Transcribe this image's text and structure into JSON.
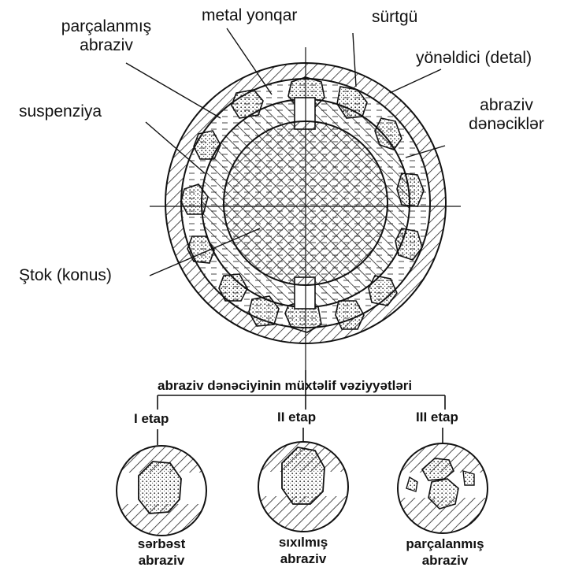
{
  "labels": {
    "fragmented_abrasive": [
      "parçalanmış",
      "abraziv"
    ],
    "metal_chips": "metal yonqar",
    "lap": "sürtgü",
    "guide_part": "yönəldici (detal)",
    "suspension": "suspenziya",
    "abrasive_grains": [
      "abraziv",
      "dənəciklər"
    ],
    "rod_cone": "Ştok (konus)"
  },
  "stages": {
    "title": "abraziv dənəciyinin müxtəlif vəziyyətləri",
    "items": [
      {
        "stage": "I etap",
        "caption": [
          "sərbəst",
          "abraziv"
        ]
      },
      {
        "stage": "II etap",
        "caption": [
          "sıxılmış",
          "abraziv"
        ]
      },
      {
        "stage": "III etap",
        "caption": [
          "parçalanmış",
          "abraziv"
        ]
      }
    ]
  }
}
